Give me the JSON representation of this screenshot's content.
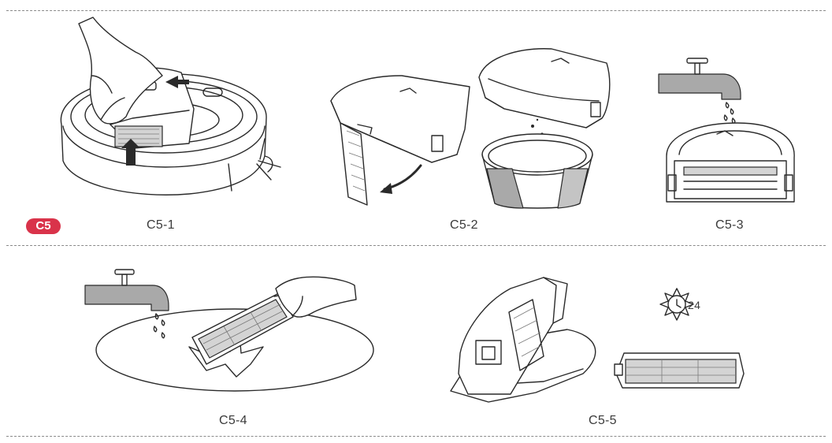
{
  "section_badge": "C5",
  "captions": {
    "c5_1": "C5-1",
    "c5_2": "C5-2",
    "c5_3": "C5-3",
    "c5_4": "C5-4",
    "c5_5": "C5-5"
  },
  "dry_icon_hours": "24",
  "colors": {
    "badge": "#d9334a",
    "divider": "#8a8a8a",
    "line_art": "#2a2a2a",
    "fill_gray": "#a9a9a9"
  }
}
